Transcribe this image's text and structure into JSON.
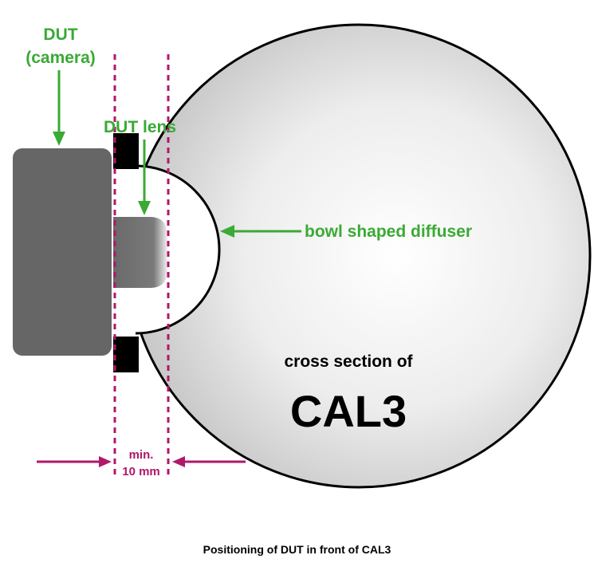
{
  "labels": {
    "dut_camera_line1": "DUT",
    "dut_camera_line2": "(camera)",
    "dut_lens": "DUT lens",
    "diffuser": "bowl shaped diffuser",
    "cross_section": "cross section of",
    "device_name": "CAL3",
    "min_label": "min.",
    "distance": "10 mm"
  },
  "caption": "Positioning of DUT in front of CAL3",
  "colors": {
    "label_green": "#3aaa35",
    "guide_magenta": "#b0186a",
    "sphere_light": "#ffffff",
    "sphere_dark": "#c4c4c4",
    "camera_body": "#666666",
    "port_block": "#000000"
  }
}
